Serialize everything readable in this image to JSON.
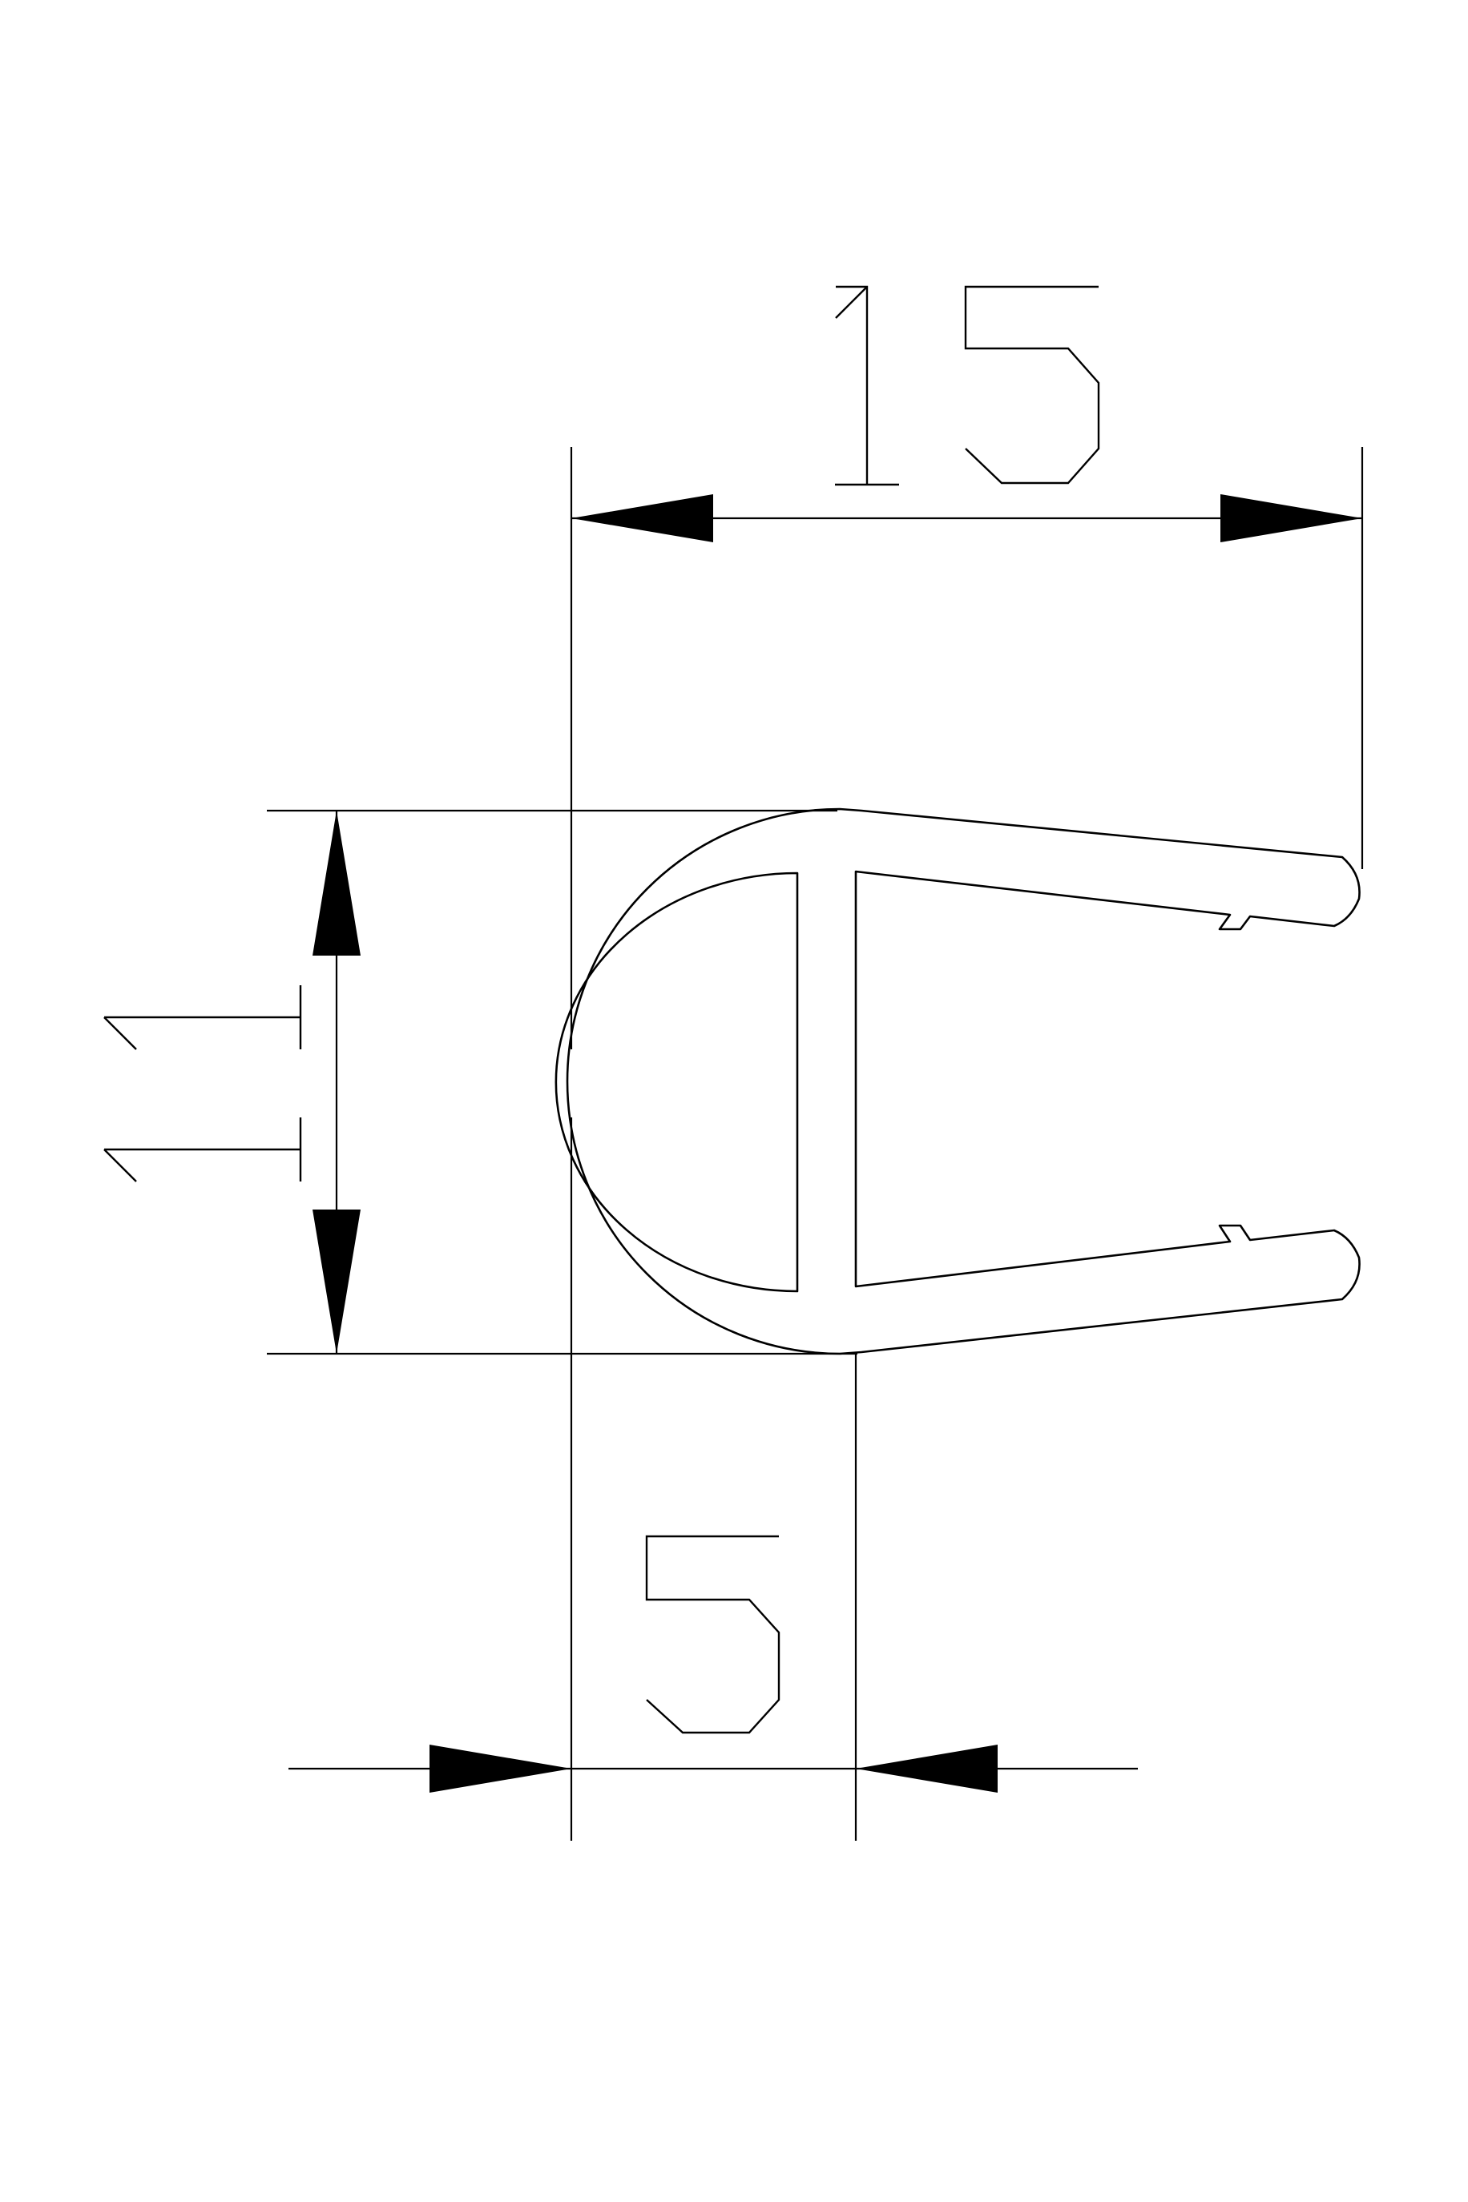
{
  "dimensions": {
    "width": {
      "value": "15"
    },
    "height": {
      "value": "11"
    },
    "depth": {
      "value": "5"
    }
  }
}
